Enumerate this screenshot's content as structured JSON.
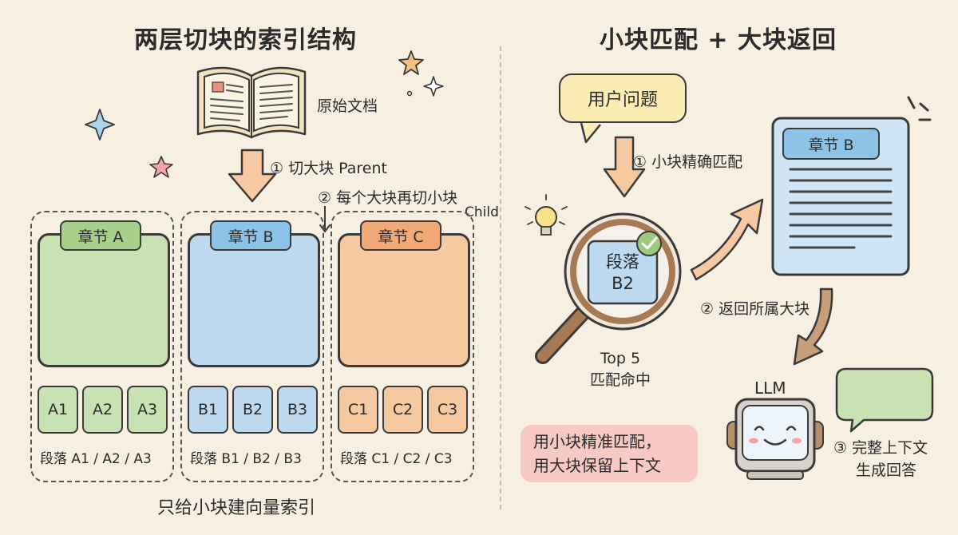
{
  "left": {
    "title": "两层切块的索引结构",
    "book_label": "原始文档",
    "step1": "① 切大块 Parent",
    "step2": "② 每个大块再切小块",
    "child_label": "Child",
    "chapters": [
      {
        "label": "章节 A",
        "paragraphs": [
          "A1",
          "A2",
          "A3"
        ],
        "caption": "段落 A1 / A2 / A3"
      },
      {
        "label": "章节 B",
        "paragraphs": [
          "B1",
          "B2",
          "B3"
        ],
        "caption": "段落 B1 / B2 / B3"
      },
      {
        "label": "章节 C",
        "paragraphs": [
          "C1",
          "C2",
          "C3"
        ],
        "caption": "段落 C1 / C2 / C3"
      }
    ],
    "footer": "只给小块建向量索引"
  },
  "right": {
    "title": "小块匹配 + 大块返回",
    "question": "用户问题",
    "step1": "① 小块精确匹配",
    "lens_line1": "段落",
    "lens_line2": "B2",
    "hit_line1": "Top 5",
    "hit_line2": "匹配命中",
    "doc_label": "章节 B",
    "step2": "② 返回所属大块",
    "llm_label": "LLM",
    "step3_line1": "③ 完整上下文",
    "step3_line2": "生成回答",
    "note_line1": "用小块精准匹配，",
    "note_line2": "用大块保留上下文"
  },
  "colors": {
    "background": "#f8efe3",
    "green": "#c9e2b3",
    "blue": "#bcd9ef",
    "orange": "#f6c9a0",
    "yellow": "#fbecb3",
    "pink": "#f7c9c4"
  }
}
